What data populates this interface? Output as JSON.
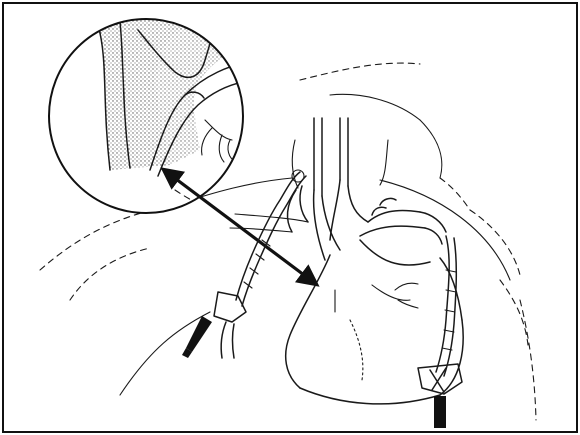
{
  "figure": {
    "colors": {
      "ink": "#1a1a1a",
      "paper": "#ffffff",
      "shading": "#c9c9c9"
    },
    "elements": [
      "border-frame",
      "magnified-inset-circle",
      "double-headed-arrow",
      "torso-outline",
      "neck-and-jaw-outline",
      "heart-outline",
      "great-vessels",
      "left-catheter-assembly",
      "right-catheter-assembly",
      "left-insertion-handle",
      "right-insertion-handle"
    ]
  }
}
